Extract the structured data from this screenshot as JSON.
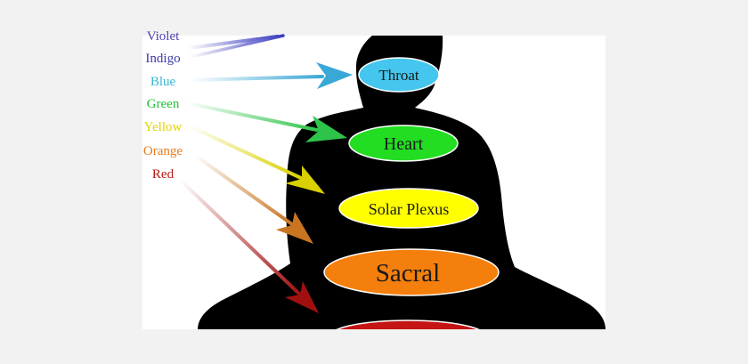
{
  "colors_list": [
    {
      "label": "Violet",
      "color": "#5a3fb0"
    },
    {
      "label": "Indigo",
      "color": "#3a3aa8"
    },
    {
      "label": "Blue",
      "color": "#35b7d6"
    },
    {
      "label": "Green",
      "color": "#22c23a"
    },
    {
      "label": "Yellow",
      "color": "#e3d400"
    },
    {
      "label": "Orange",
      "color": "#e87a1c"
    },
    {
      "label": "Red",
      "color": "#b51818"
    }
  ],
  "chakras": [
    {
      "label": "Throat",
      "fill": "#44c6ee"
    },
    {
      "label": "Heart",
      "fill": "#22dd22"
    },
    {
      "label": "Solar Plexus",
      "fill": "#ffff00"
    },
    {
      "label": "Sacral",
      "fill": "#f57f0c"
    },
    {
      "label": "",
      "fill": "#c41414"
    }
  ],
  "palette": {
    "silhouette": "#000000",
    "background": "#f2f2f2",
    "panel": "#ffffff"
  }
}
